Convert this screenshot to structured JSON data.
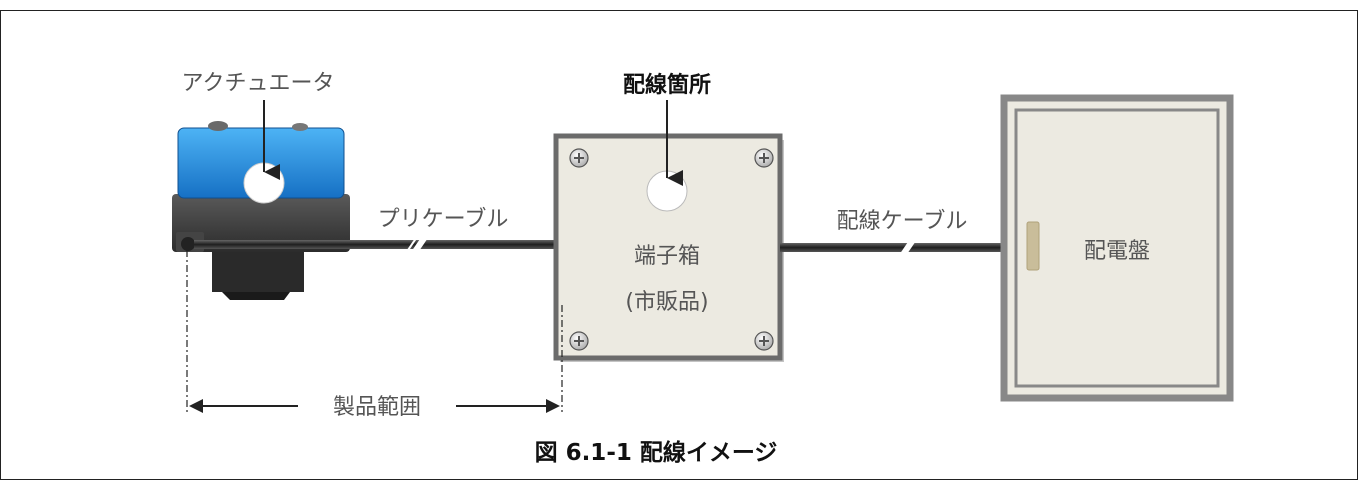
{
  "labels": {
    "actuator": "アクチュエータ",
    "wiring_point": "配線箇所",
    "pre_cable": "プリケーブル",
    "wiring_cable": "配線ケーブル",
    "terminal_box_line1": "端子箱",
    "terminal_box_line2": "(市販品)",
    "panel": "配電盤",
    "product_range": "製品範囲"
  },
  "caption": "図 6.1-1 配線イメージ",
  "colors": {
    "actuator_blue": "#1e88d8",
    "box_fill": "#eceae1",
    "box_border": "#6b6b6b",
    "cable": "#2e2e2e",
    "door_handle": "#c9bd9a"
  }
}
